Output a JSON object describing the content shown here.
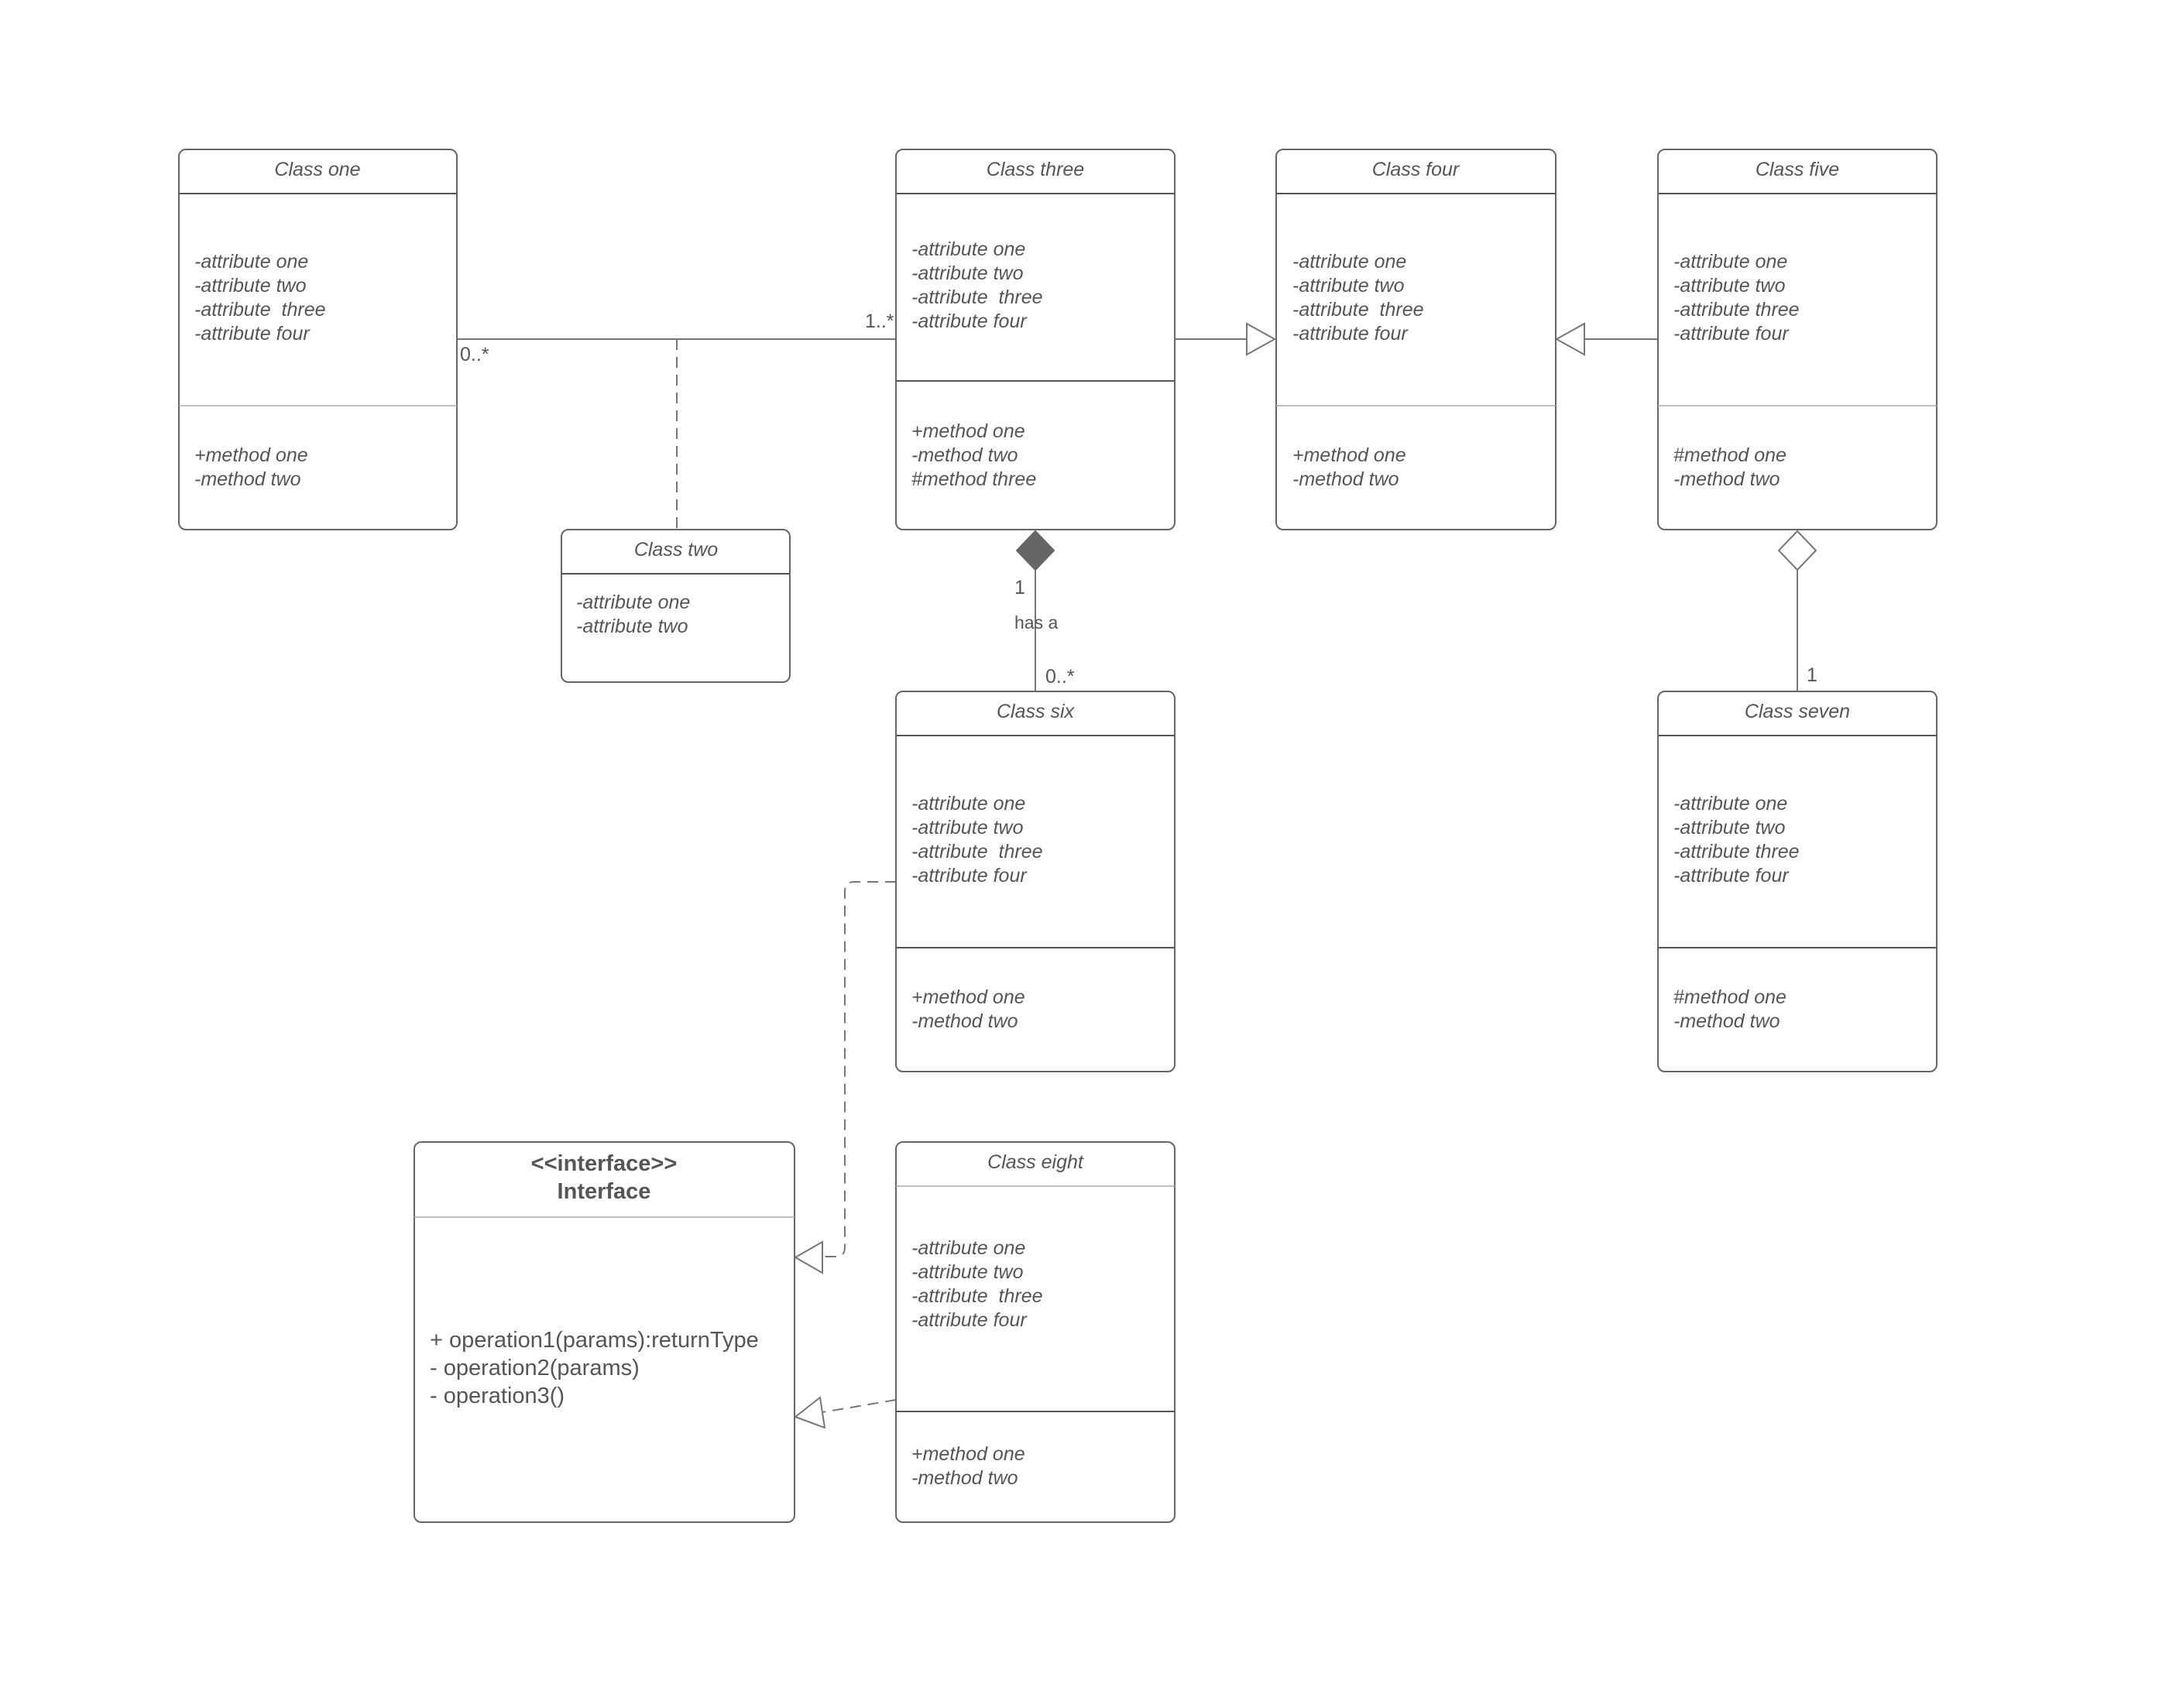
{
  "classes": {
    "class_one": {
      "name": "Class one",
      "attributes": [
        "-attribute one",
        "-attribute two",
        "-attribute  three",
        "-attribute four"
      ],
      "methods": [
        "+method one",
        "-method two"
      ]
    },
    "class_two": {
      "name": "Class two",
      "attributes": [
        "-attribute one",
        "-attribute two"
      ]
    },
    "class_three": {
      "name": "Class three",
      "attributes": [
        "-attribute one",
        "-attribute two",
        "-attribute  three",
        "-attribute four"
      ],
      "methods": [
        "+method one",
        "-method two",
        "#method three"
      ]
    },
    "class_four": {
      "name": "Class four",
      "attributes": [
        "-attribute one",
        "-attribute two",
        "-attribute  three",
        "-attribute four"
      ],
      "methods": [
        "+method one",
        "-method two"
      ]
    },
    "class_five": {
      "name": "Class five",
      "attributes": [
        "-attribute one",
        "-attribute two",
        "-attribute three",
        "-attribute four"
      ],
      "methods": [
        "#method one",
        "-method two"
      ]
    },
    "class_six": {
      "name": "Class six",
      "attributes": [
        "-attribute one",
        "-attribute two",
        "-attribute  three",
        "-attribute four"
      ],
      "methods": [
        "+method one",
        "-method two"
      ]
    },
    "class_seven": {
      "name": "Class seven",
      "attributes": [
        "-attribute one",
        "-attribute two",
        "-attribute three",
        "-attribute four"
      ],
      "methods": [
        "#method one",
        "-method two"
      ]
    },
    "class_eight": {
      "name": "Class eight",
      "attributes": [
        "-attribute one",
        "-attribute two",
        "-attribute  three",
        "-attribute four"
      ],
      "methods": [
        "+method one",
        "-method two"
      ]
    }
  },
  "interface": {
    "stereotype": "<<interface>>",
    "name": "Interface",
    "operations": [
      "+ operation1(params):returnType",
      "- operation2(params)",
      "- operation3()"
    ]
  },
  "relations": {
    "association_one_three": {
      "source_multiplicity": "0..*",
      "target_multiplicity": "1..*"
    },
    "composition_three_six": {
      "label": "has a",
      "source_multiplicity": "1",
      "target_multiplicity": "0..*"
    },
    "aggregation_five_seven": {
      "target_multiplicity": "1"
    }
  },
  "colors": {
    "stroke": "#666666",
    "text": "#555555",
    "background": "#ffffff"
  }
}
